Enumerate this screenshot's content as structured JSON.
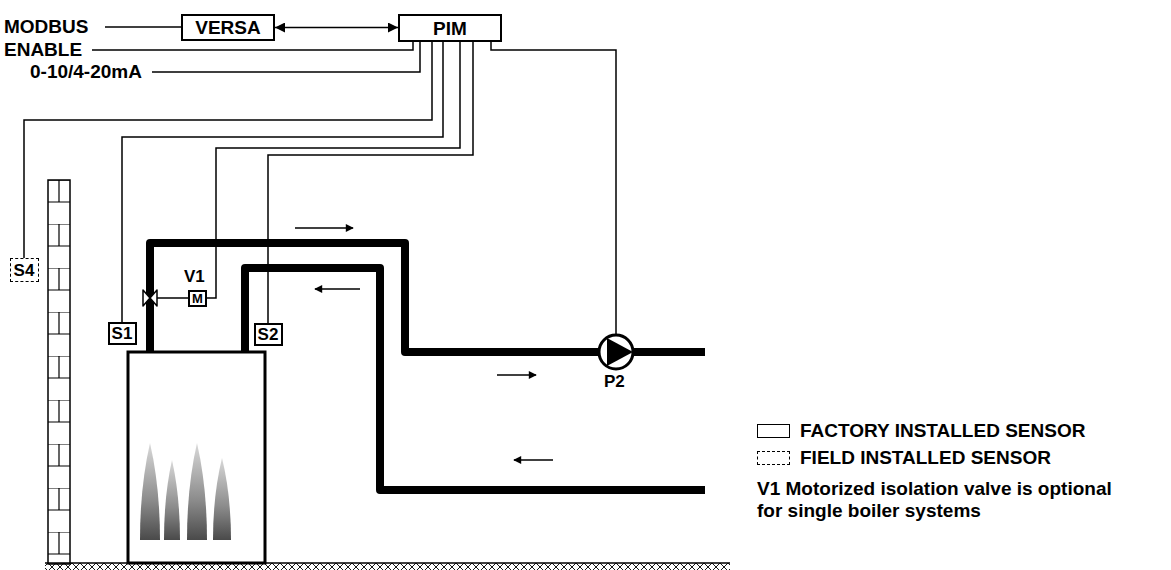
{
  "diagram": {
    "nodes": [
      {
        "text": [
          "VERSA"
        ]
      },
      {
        "text": [
          "PIM"
        ]
      },
      {
        "text": [
          "S4"
        ]
      },
      {
        "text": [
          "M"
        ]
      },
      {
        "text": [
          "S1"
        ]
      },
      {
        "text": [
          "S2"
        ]
      }
    ],
    "edges": [
      {
        "from": 0,
        "to": 1,
        "arrow": "both"
      },
      {
        "from": 1,
        "to": 2,
        "arrow": "none"
      },
      {
        "from": 1,
        "to": 4,
        "arrow": "none"
      },
      {
        "from": 1,
        "to": 3,
        "arrow": "none"
      },
      {
        "from": 1,
        "to": 5,
        "arrow": "none"
      }
    ],
    "labels": [
      "MODBUS",
      "ENABLE",
      "0-10/4-20mA",
      "V1",
      "P2",
      "V1 Motorized isolation valve is optional for single boiler systems"
    ],
    "legend": [
      {
        "text": "FACTORY INSTALLED SENSOR"
      },
      {
        "text": "FIELD INSTALLED SENSOR"
      }
    ]
  }
}
